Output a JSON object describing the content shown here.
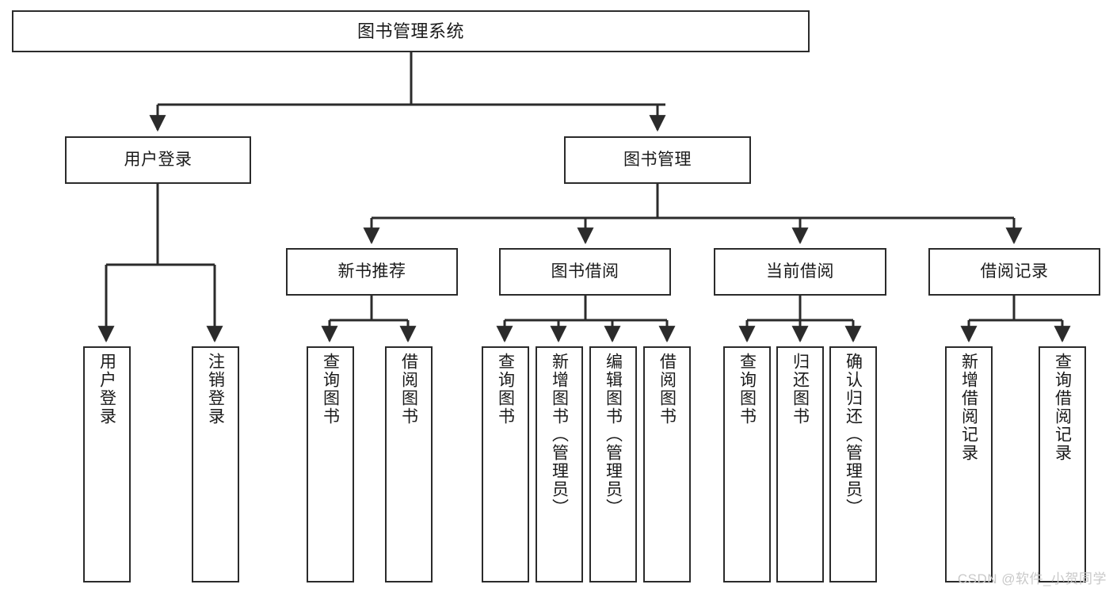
{
  "diagram": {
    "title": "图书管理系统",
    "type": "hierarchy-tree",
    "watermark": "CSDN @软件_小贺同学",
    "colors": {
      "border": "#2b2b2b",
      "background": "#ffffff",
      "text": "#1a1a1a",
      "watermark": "#c9c9c9"
    },
    "levels": {
      "root": "图书管理系统",
      "level2": [
        "用户登录",
        "图书管理"
      ],
      "level3": [
        "新书推荐",
        "图书借阅",
        "当前借阅",
        "借阅记录"
      ]
    },
    "nodes": {
      "root": {
        "label": "图书管理系统"
      },
      "user_login": {
        "label": "用户登录"
      },
      "book_mgmt": {
        "label": "图书管理"
      },
      "new_book_rec": {
        "label": "新书推荐"
      },
      "book_borrow": {
        "label": "图书借阅"
      },
      "current_borrow": {
        "label": "当前借阅"
      },
      "borrow_record": {
        "label": "借阅记录"
      },
      "leaf_user_login": {
        "label": "用户登录"
      },
      "leaf_logout": {
        "label": "注销登录"
      },
      "leaf_query_book_1": {
        "label": "查询图书"
      },
      "leaf_borrow_book_1": {
        "label": "借阅图书"
      },
      "leaf_query_book_2": {
        "label": "查询图书"
      },
      "leaf_add_book": {
        "label": "新增图书（管理员）"
      },
      "leaf_edit_book": {
        "label": "编辑图书（管理员）"
      },
      "leaf_borrow_book_2": {
        "label": "借阅图书"
      },
      "leaf_query_book_3": {
        "label": "查询图书"
      },
      "leaf_return_book": {
        "label": "归还图书"
      },
      "leaf_confirm_return": {
        "label": "确认归还（管理员）"
      },
      "leaf_add_record": {
        "label": "新增借阅记录"
      },
      "leaf_query_record": {
        "label": "查询借阅记录"
      }
    }
  }
}
